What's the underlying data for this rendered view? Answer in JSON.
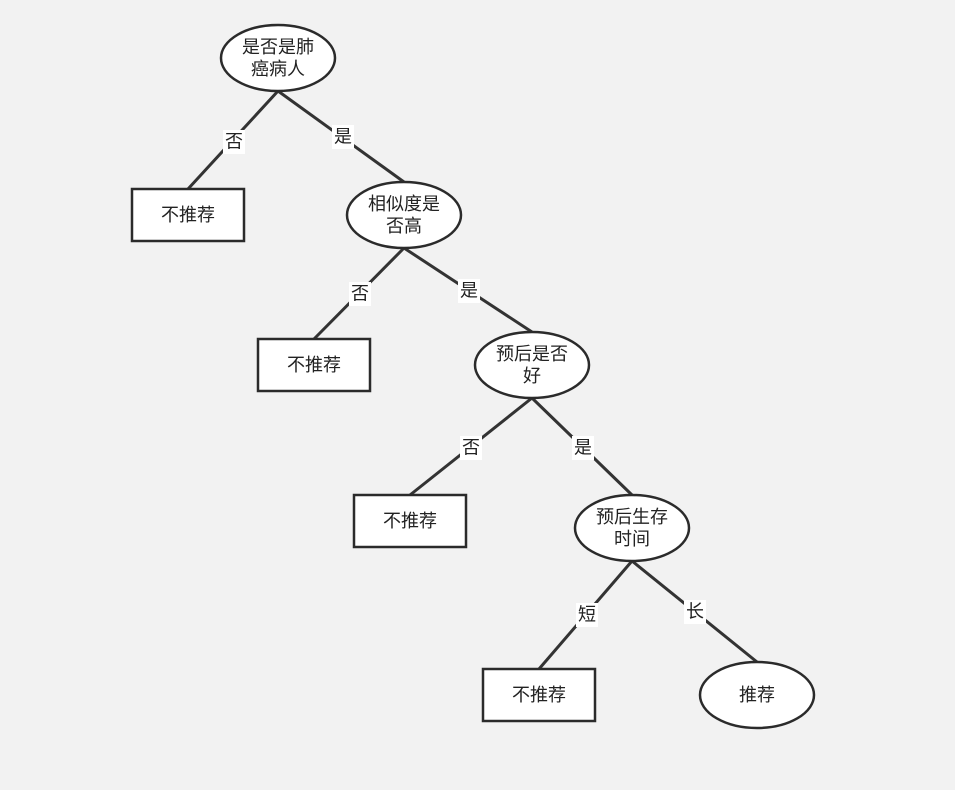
{
  "diagram": {
    "nodes": {
      "root": {
        "shape": "ellipse",
        "lines": [
          "是否是肺",
          "癌病人"
        ]
      },
      "leaf1": {
        "shape": "rect",
        "lines": [
          "不推荐"
        ]
      },
      "similarity": {
        "shape": "ellipse",
        "lines": [
          "相似度是",
          "否高"
        ]
      },
      "leaf2": {
        "shape": "rect",
        "lines": [
          "不推荐"
        ]
      },
      "prognosis": {
        "shape": "ellipse",
        "lines": [
          "预后是否",
          "好"
        ]
      },
      "leaf3": {
        "shape": "rect",
        "lines": [
          "不推荐"
        ]
      },
      "survival": {
        "shape": "ellipse",
        "lines": [
          "预后生存",
          "时间"
        ]
      },
      "leaf4": {
        "shape": "rect",
        "lines": [
          "不推荐"
        ]
      },
      "recommend": {
        "shape": "ellipse",
        "lines": [
          "推荐"
        ]
      }
    },
    "edges": {
      "root_leaf1": {
        "from": "root",
        "to": "leaf1",
        "label": "否"
      },
      "root_similarity": {
        "from": "root",
        "to": "similarity",
        "label": "是"
      },
      "similarity_leaf2": {
        "from": "similarity",
        "to": "leaf2",
        "label": "否"
      },
      "similarity_prognosis": {
        "from": "similarity",
        "to": "prognosis",
        "label": "是"
      },
      "prognosis_leaf3": {
        "from": "prognosis",
        "to": "leaf3",
        "label": "否"
      },
      "prognosis_survival": {
        "from": "prognosis",
        "to": "survival",
        "label": "是"
      },
      "survival_leaf4": {
        "from": "survival",
        "to": "leaf4",
        "label": "短"
      },
      "survival_recommend": {
        "from": "survival",
        "to": "recommend",
        "label": "长"
      }
    }
  }
}
